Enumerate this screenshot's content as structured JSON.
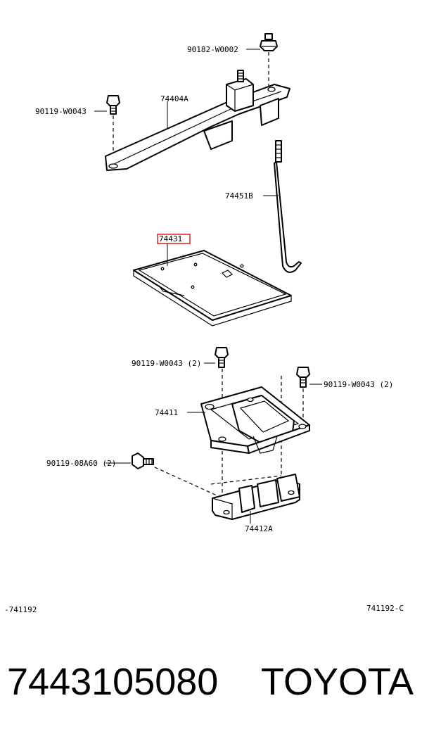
{
  "diagram": {
    "labels": {
      "nut_top": "90182-W0002",
      "bolt_left_top": "90119-W0043",
      "clamp": "74404A",
      "rod": "74451B",
      "tray_highlighted": "74431",
      "bolt_mid_left": "90119-W0043 (2)",
      "bolt_mid_right": "90119-W0043 (2)",
      "carrier": "74411",
      "bolt_lower_left": "90119-08A60 (2)",
      "bracket": "74412A",
      "ref_left": "-741192",
      "ref_right": "741192-C"
    },
    "highlight_color": "#d00000"
  },
  "footer": {
    "part_number": "7443105080",
    "brand": "TOYOTA"
  }
}
